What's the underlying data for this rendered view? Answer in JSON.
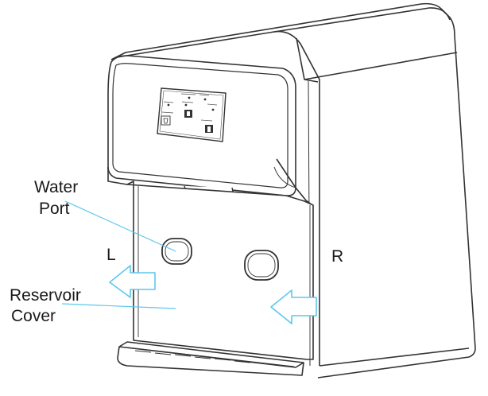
{
  "labels": {
    "water_port_line1": "Water",
    "water_port_line2": "Port",
    "left": "L",
    "right": "R",
    "reservoir_line1": "Reservoir",
    "reservoir_line2": "Cover"
  },
  "colors": {
    "callout": "#5bc8ec",
    "outline": "#333333"
  },
  "icons": [
    "water-glass-icon",
    "cup-icon",
    "baby-bottle-icon"
  ]
}
